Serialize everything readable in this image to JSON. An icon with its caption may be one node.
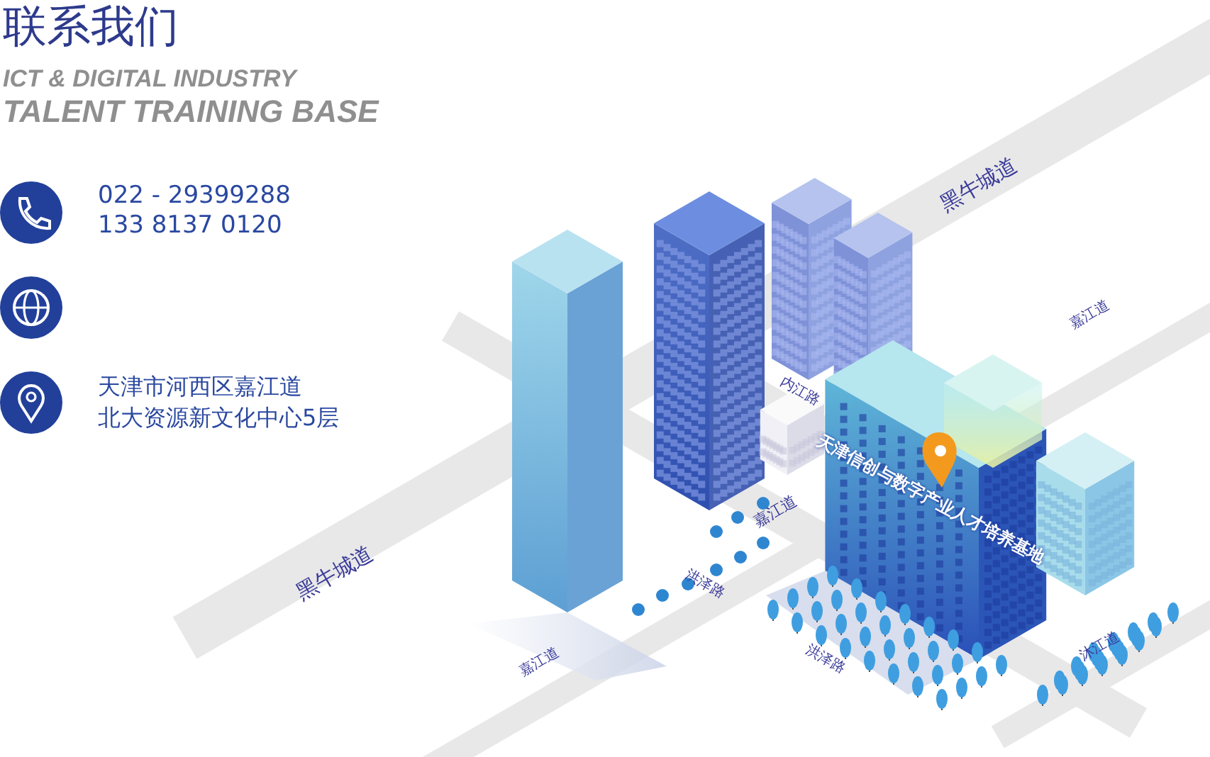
{
  "diagram": {
    "title": "联系我们",
    "labels": [
      "ICT & DIGITAL INDUSTRY",
      "TALENT TRAINING BASE",
      "022 - 29399288",
      "133 8137 0120",
      "天津市河西区嘉江道",
      "北大资源新文化中心5层",
      "黑牛城道",
      "嘉江道",
      "内江路",
      "嘉江道",
      "天津信创与数字产业人才培养基地",
      "黑牛城道",
      "洪泽路",
      "嘉江道",
      "洪泽路",
      "沐江道"
    ]
  }
}
